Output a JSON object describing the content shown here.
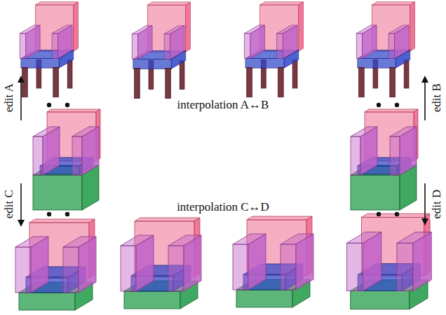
{
  "diagram": {
    "labels": [
      "interpolation A↔B",
      "interpolation C↔D",
      "edit A",
      "edit B",
      "edit C",
      "edit D"
    ]
  }
}
